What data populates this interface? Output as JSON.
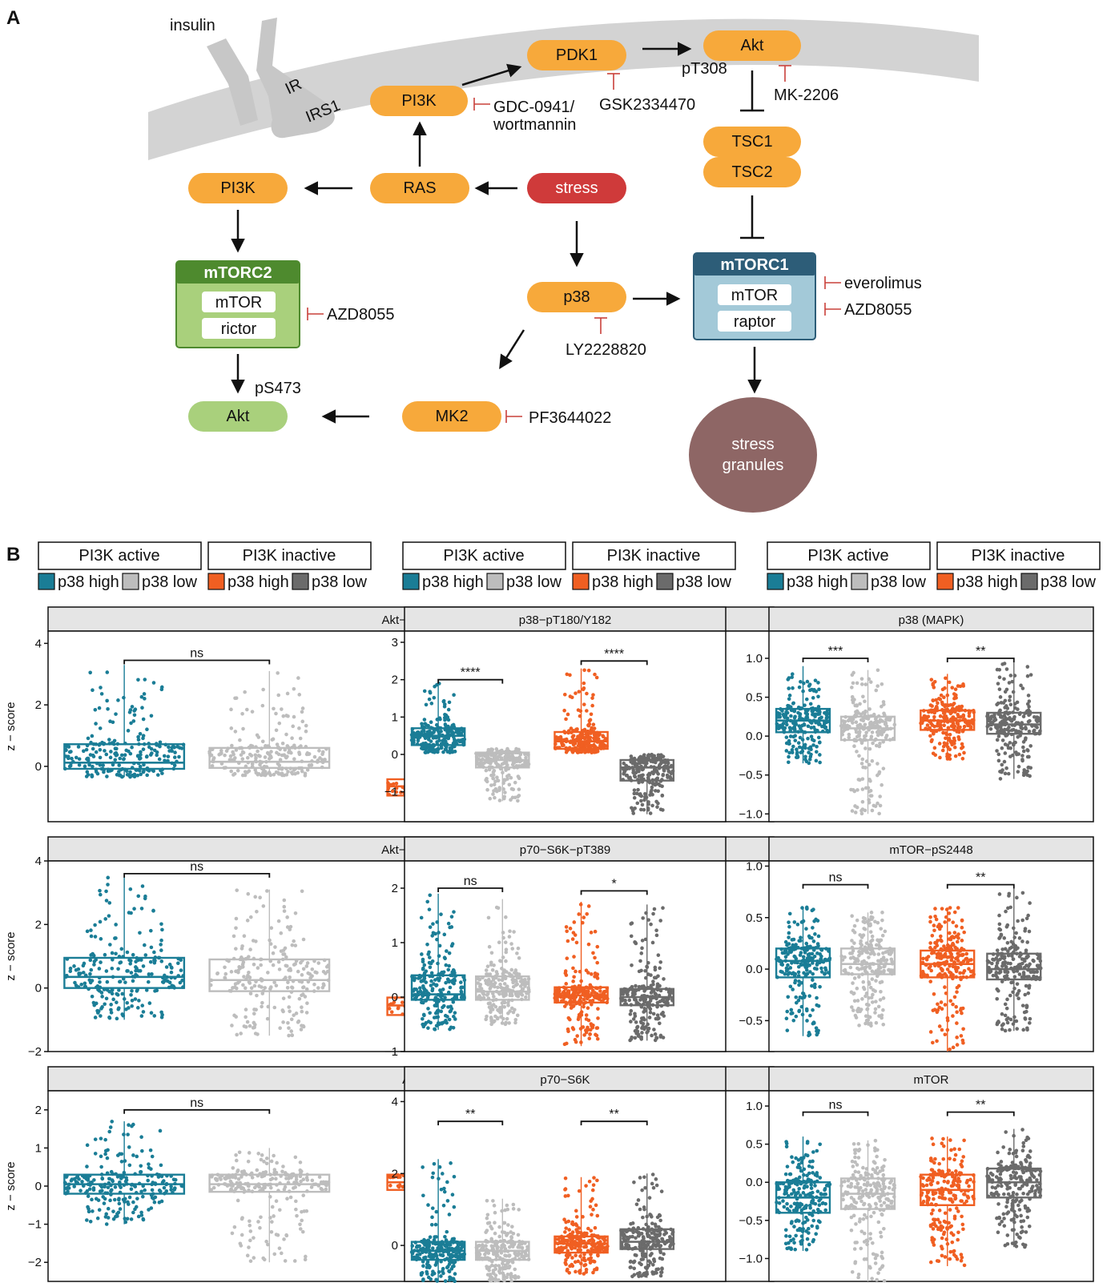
{
  "figure": {
    "panel_a_label": "A",
    "panel_b_label": "B"
  },
  "pathway": {
    "insulin_label": "insulin",
    "receptor_ir": "IR",
    "receptor_irs1": "IRS1",
    "nodes": {
      "pi3k_membrane": "PI3K",
      "pdk1": "PDK1",
      "akt_top": "Akt",
      "tsc1": "TSC1",
      "tsc2": "TSC2",
      "pi3k_left": "PI3K",
      "ras": "RAS",
      "stress": "stress",
      "p38": "p38",
      "mk2": "MK2",
      "akt_bottom": "Akt",
      "stress_granules_line1": "stress",
      "stress_granules_line2": "granules"
    },
    "mtorc2": {
      "title": "mTORC2",
      "sub1": "mTOR",
      "sub2": "rictor"
    },
    "mtorc1": {
      "title": "mTORC1",
      "sub1": "mTOR",
      "sub2": "raptor"
    },
    "labels": {
      "pt308": "pT308",
      "ps473": "pS473"
    },
    "inhibitors": {
      "gdc_line1": "GDC-0941/",
      "gdc_line2": "wortmannin",
      "gsk": "GSK2334470",
      "mk2206": "MK-2206",
      "azd_mtorc2": "AZD8055",
      "everolimus": "everolimus",
      "azd_mtorc1": "AZD8055",
      "ly": "LY2228820",
      "pf": "PF3644022"
    },
    "colors": {
      "node_orange": "#f7a93b",
      "stress_red": "#cf3a3a",
      "granules": "#8e6665",
      "mtorc2_header": "#4e8a2e",
      "mtorc2_body": "#a9d07c",
      "akt_green": "#a9d07c",
      "mtorc1_header": "#2d5d78",
      "mtorc1_body": "#a3c9d8",
      "membrane": "#d3d3d3",
      "inhibitor_red": "#c9403a"
    }
  },
  "legend": {
    "facet_active": "PI3K active",
    "facet_inactive": "PI3K inactive",
    "items": [
      {
        "label": "p38 high",
        "color": "#1a7d96"
      },
      {
        "label": "p38 low",
        "color": "#bdbdbd"
      },
      {
        "label": "p38 high",
        "color": "#f05f22"
      },
      {
        "label": "p38 low",
        "color": "#6b6b6b"
      }
    ]
  },
  "chart_data": [
    {
      "type": "boxplot",
      "title": "Akt−pT308",
      "ylabel": "z − score",
      "ylim": [
        -1.8,
        4.4
      ],
      "yticks": [
        0,
        2,
        4
      ],
      "groups": [
        {
          "q1": -0.08,
          "median": 0.12,
          "q3": 0.72,
          "lo": -0.35,
          "hi": 3.3
        },
        {
          "q1": -0.05,
          "median": 0.15,
          "q3": 0.6,
          "lo": -0.3,
          "hi": 3.1
        },
        {
          "q1": -0.95,
          "median": -0.65,
          "q3": -0.42,
          "lo": -1.6,
          "hi": -0.35
        },
        {
          "q1": -1.0,
          "median": -0.72,
          "q3": -0.5,
          "lo": -1.5,
          "hi": -0.35
        }
      ],
      "comparisons": [
        {
          "label": "ns",
          "value": 3.45
        },
        {
          "label": "****",
          "value": 1.5
        }
      ]
    },
    {
      "type": "boxplot",
      "title": "p38−pT180/Y182",
      "ylabel": "",
      "ylim": [
        -1.8,
        3.3
      ],
      "yticks": [
        -1,
        0,
        1,
        2,
        3
      ],
      "groups": [
        {
          "q1": 0.25,
          "median": 0.5,
          "q3": 0.7,
          "lo": 0.05,
          "hi": 1.9
        },
        {
          "q1": -0.35,
          "median": -0.15,
          "q3": 0.05,
          "lo": -1.25,
          "hi": 0.15
        },
        {
          "q1": 0.15,
          "median": 0.35,
          "q3": 0.6,
          "lo": 0.05,
          "hi": 2.3
        },
        {
          "q1": -0.7,
          "median": -0.35,
          "q3": -0.15,
          "lo": -1.6,
          "hi": 0.0
        }
      ],
      "comparisons": [
        {
          "label": "****",
          "value": 2.0
        },
        {
          "label": "****",
          "value": 2.5
        }
      ]
    },
    {
      "type": "boxplot",
      "title": "p38 (MAPK)",
      "ylabel": "",
      "ylim": [
        -1.1,
        1.35
      ],
      "yticks": [
        -1.0,
        -0.5,
        0.0,
        0.5,
        1.0
      ],
      "groups": [
        {
          "q1": 0.05,
          "median": 0.2,
          "q3": 0.35,
          "lo": -0.35,
          "hi": 0.9
        },
        {
          "q1": -0.05,
          "median": 0.1,
          "q3": 0.25,
          "lo": -1.0,
          "hi": 0.85
        },
        {
          "q1": 0.08,
          "median": 0.2,
          "q3": 0.33,
          "lo": -0.3,
          "hi": 0.8
        },
        {
          "q1": 0.03,
          "median": 0.15,
          "q3": 0.3,
          "lo": -0.55,
          "hi": 0.95
        }
      ],
      "comparisons": [
        {
          "label": "***",
          "value": 1.0
        },
        {
          "label": "**",
          "value": 1.0
        }
      ]
    },
    {
      "type": "boxplot",
      "title": "Akt−pS473",
      "ylabel": "z − score",
      "ylim": [
        -2.0,
        4.0
      ],
      "yticks": [
        -2,
        0,
        2,
        4
      ],
      "groups": [
        {
          "q1": 0.0,
          "median": 0.35,
          "q3": 0.95,
          "lo": -1.0,
          "hi": 3.5
        },
        {
          "q1": -0.1,
          "median": 0.25,
          "q3": 0.9,
          "lo": -1.5,
          "hi": 3.1
        },
        {
          "q1": -0.85,
          "median": -0.55,
          "q3": -0.3,
          "lo": -1.8,
          "hi": 0.6
        },
        {
          "q1": -1.15,
          "median": -0.85,
          "q3": -0.6,
          "lo": -1.6,
          "hi": 0.2
        }
      ],
      "comparisons": [
        {
          "label": "ns",
          "value": 3.6
        },
        {
          "label": "****",
          "value": 1.6
        }
      ]
    },
    {
      "type": "boxplot",
      "title": "p70−S6K−pT389",
      "ylabel": "",
      "ylim": [
        -1.0,
        2.5
      ],
      "yticks": [
        -1,
        0,
        1,
        2
      ],
      "groups": [
        {
          "q1": -0.05,
          "median": 0.05,
          "q3": 0.4,
          "lo": -0.6,
          "hi": 1.9
        },
        {
          "q1": -0.05,
          "median": 0.1,
          "q3": 0.38,
          "lo": -0.5,
          "hi": 1.8
        },
        {
          "q1": -0.1,
          "median": 0.03,
          "q3": 0.18,
          "lo": -0.9,
          "hi": 1.75
        },
        {
          "q1": -0.15,
          "median": 0.0,
          "q3": 0.15,
          "lo": -0.8,
          "hi": 1.7
        }
      ],
      "comparisons": [
        {
          "label": "ns",
          "value": 2.0
        },
        {
          "label": "*",
          "value": 1.95
        }
      ]
    },
    {
      "type": "boxplot",
      "title": "mTOR−pS2448",
      "ylabel": "",
      "ylim": [
        -0.8,
        1.05
      ],
      "yticks": [
        -0.5,
        0.0,
        0.5,
        1.0
      ],
      "groups": [
        {
          "q1": -0.08,
          "median": 0.08,
          "q3": 0.2,
          "lo": -0.65,
          "hi": 0.6
        },
        {
          "q1": -0.05,
          "median": 0.05,
          "q3": 0.2,
          "lo": -0.55,
          "hi": 0.55
        },
        {
          "q1": -0.08,
          "median": 0.05,
          "q3": 0.18,
          "lo": -0.8,
          "hi": 0.6
        },
        {
          "q1": -0.1,
          "median": 0.0,
          "q3": 0.15,
          "lo": -0.6,
          "hi": 0.78
        }
      ],
      "comparisons": [
        {
          "label": "ns",
          "value": 0.82
        },
        {
          "label": "**",
          "value": 0.82
        }
      ]
    },
    {
      "type": "boxplot",
      "title": "Akt",
      "ylabel": "z − score",
      "ylim": [
        -2.5,
        2.5
      ],
      "yticks": [
        -2,
        -1,
        0,
        1,
        2
      ],
      "groups": [
        {
          "q1": -0.2,
          "median": 0.05,
          "q3": 0.3,
          "lo": -1.0,
          "hi": 1.7
        },
        {
          "q1": -0.15,
          "median": 0.05,
          "q3": 0.3,
          "lo": -2.0,
          "hi": 1.0
        },
        {
          "q1": -0.1,
          "median": 0.1,
          "q3": 0.3,
          "lo": -1.6,
          "hi": 1.0
        },
        {
          "q1": -0.1,
          "median": 0.1,
          "q3": 0.35,
          "lo": -1.7,
          "hi": 1.6
        }
      ],
      "comparisons": [
        {
          "label": "ns",
          "value": 2.0
        },
        {
          "label": "ns",
          "value": 1.6
        }
      ]
    },
    {
      "type": "boxplot",
      "title": "p70−S6K",
      "ylabel": "",
      "ylim": [
        -1.0,
        4.3
      ],
      "yticks": [
        0,
        2,
        4
      ],
      "groups": [
        {
          "q1": -0.4,
          "median": -0.15,
          "q3": 0.1,
          "lo": -1.0,
          "hi": 2.4
        },
        {
          "q1": -0.4,
          "median": -0.15,
          "q3": 0.1,
          "lo": -1.0,
          "hi": 1.3
        },
        {
          "q1": -0.2,
          "median": 0.05,
          "q3": 0.25,
          "lo": -0.8,
          "hi": 1.9
        },
        {
          "q1": -0.1,
          "median": 0.1,
          "q3": 0.45,
          "lo": -0.9,
          "hi": 2.0
        }
      ],
      "comparisons": [
        {
          "label": "**",
          "value": 3.45
        },
        {
          "label": "**",
          "value": 3.45
        }
      ]
    },
    {
      "type": "boxplot",
      "title": "mTOR",
      "ylabel": "",
      "ylim": [
        -1.3,
        1.2
      ],
      "yticks": [
        -1.0,
        -0.5,
        0.0,
        0.5,
        1.0
      ],
      "groups": [
        {
          "q1": -0.4,
          "median": -0.2,
          "q3": 0.0,
          "lo": -0.9,
          "hi": 0.6
        },
        {
          "q1": -0.35,
          "median": -0.15,
          "q3": 0.05,
          "lo": -1.3,
          "hi": 0.55
        },
        {
          "q1": -0.3,
          "median": -0.1,
          "q3": 0.1,
          "lo": -1.1,
          "hi": 0.6
        },
        {
          "q1": -0.2,
          "median": 0.0,
          "q3": 0.18,
          "lo": -0.85,
          "hi": 0.7
        }
      ],
      "comparisons": [
        {
          "label": "ns",
          "value": 0.92
        },
        {
          "label": "**",
          "value": 0.92
        }
      ]
    }
  ]
}
